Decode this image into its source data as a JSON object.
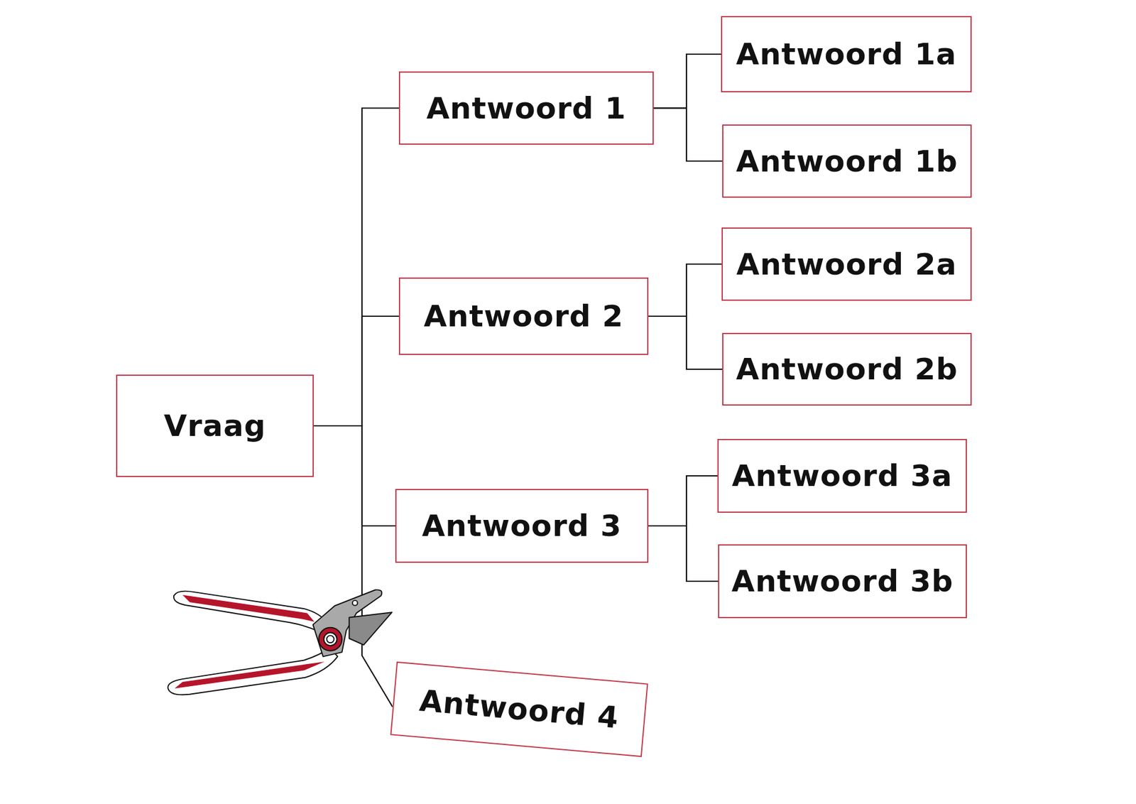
{
  "diagram": {
    "nodes": [
      {
        "text": [
          "Vraag"
        ]
      },
      {
        "text": [
          "Antwoord 1"
        ]
      },
      {
        "text": [
          "Antwoord 1a"
        ]
      },
      {
        "text": [
          "Antwoord 1b"
        ]
      },
      {
        "text": [
          "Antwoord 2"
        ]
      },
      {
        "text": [
          "Antwoord 2a"
        ]
      },
      {
        "text": [
          "Antwoord 2b"
        ]
      },
      {
        "text": [
          "Antwoord 3"
        ]
      },
      {
        "text": [
          "Antwoord 3a"
        ]
      },
      {
        "text": [
          "Antwoord 3b"
        ]
      },
      {
        "text": [
          "Antwoord 4"
        ]
      }
    ],
    "edges": [
      {
        "from": 0,
        "to": 1,
        "arrow": "none"
      },
      {
        "from": 0,
        "to": 4,
        "arrow": "none"
      },
      {
        "from": 0,
        "to": 7,
        "arrow": "none"
      },
      {
        "from": 0,
        "to": 10,
        "arrow": "none"
      },
      {
        "from": 1,
        "to": 2,
        "arrow": "none"
      },
      {
        "from": 1,
        "to": 3,
        "arrow": "none"
      },
      {
        "from": 4,
        "to": 5,
        "arrow": "none"
      },
      {
        "from": 4,
        "to": 6,
        "arrow": "none"
      },
      {
        "from": 7,
        "to": 8,
        "arrow": "none"
      },
      {
        "from": 7,
        "to": 9,
        "arrow": "none"
      }
    ]
  }
}
